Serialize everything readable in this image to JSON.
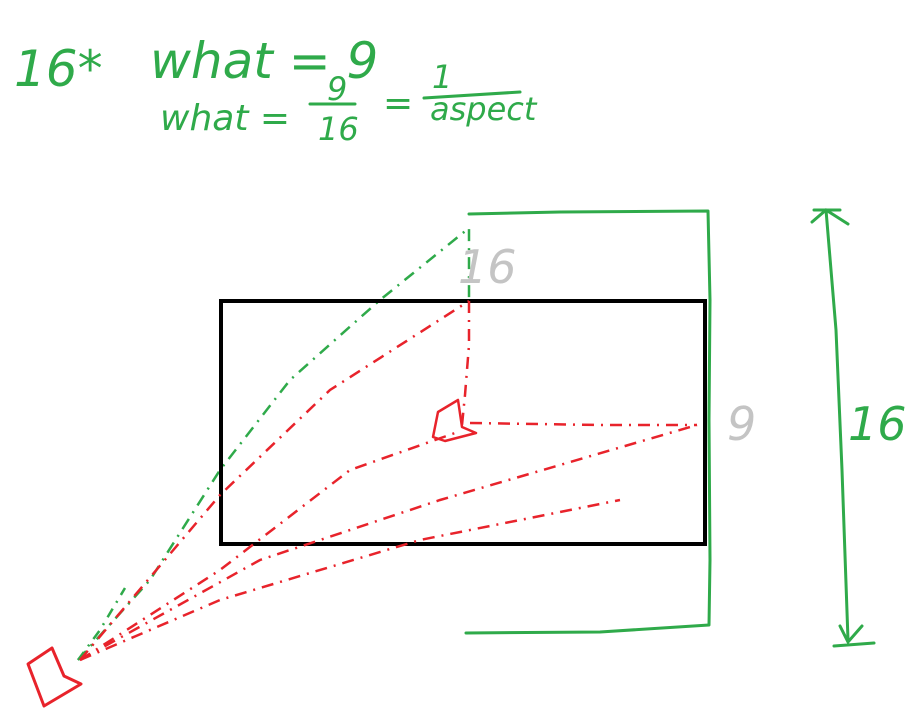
{
  "colors": {
    "ink_green": "#2faa4a",
    "ink_red": "#e8232b",
    "ink_black": "#000000",
    "ink_gray": "#c4c4c4"
  },
  "equations": {
    "line1_lhs": "16*",
    "line1_rhs": "what = 9",
    "line2_lhs": "what =",
    "frac1_num": "9",
    "frac1_den": "16",
    "equals": "=",
    "frac2_num": "1",
    "frac2_den": "aspect"
  },
  "labels": {
    "top_gray": "16",
    "side_gray": "9",
    "arrow_green": "16"
  }
}
